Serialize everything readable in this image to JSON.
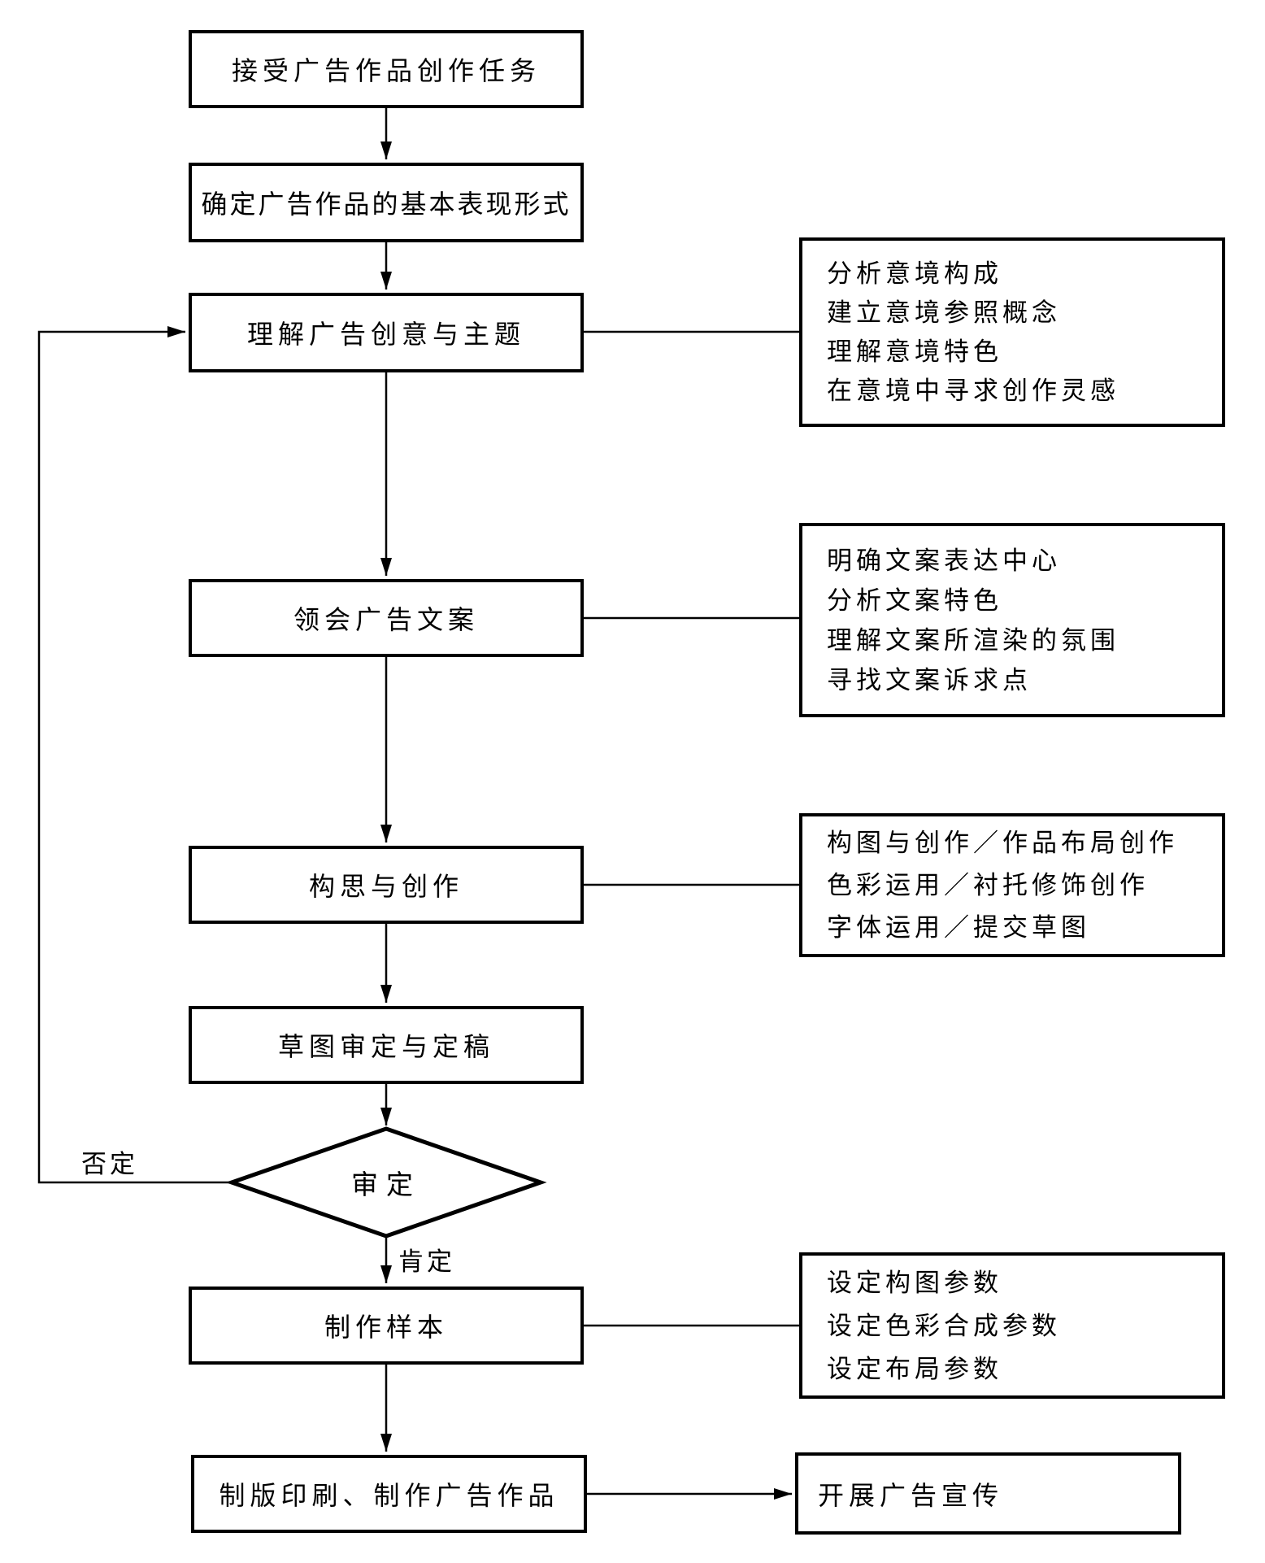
{
  "diagram": {
    "nodes": {
      "accept_task": {
        "label": "接受广告作品创作任务"
      },
      "determine_form": {
        "label": "确定广告作品的基本表现形式"
      },
      "understand_creative": {
        "label": "理解广告创意与主题"
      },
      "comprehend_copy": {
        "label": "领会广告文案"
      },
      "conceive_create": {
        "label": "构思与创作"
      },
      "draft_review": {
        "label": "草图审定与定稿"
      },
      "decision_review": {
        "label": "审定"
      },
      "make_sample": {
        "label": "制作样本"
      },
      "plate_print": {
        "label": "制版印刷、制作广告作品"
      },
      "launch_campaign": {
        "label": "开展广告宣传"
      }
    },
    "side_notes": {
      "creative_notes": {
        "lines": [
          "分析意境构成",
          "建立意境参照概念",
          "理解意境特色",
          "在意境中寻求创作灵感"
        ]
      },
      "copy_notes": {
        "lines": [
          "明确文案表达中心",
          "分析文案特色",
          "理解文案所渲染的氛围",
          "寻找文案诉求点"
        ]
      },
      "creation_notes": {
        "lines": [
          "构图与创作／作品布局创作",
          "色彩运用／衬托修饰创作",
          "字体运用／提交草图"
        ]
      },
      "sample_notes": {
        "lines": [
          "设定构图参数",
          "设定色彩合成参数",
          "设定布局参数"
        ]
      }
    },
    "edge_labels": {
      "no": "否定",
      "yes": "肯定"
    },
    "colors": {
      "line": "#000000",
      "box_background": "#ffffff",
      "page_background": "#ffffff"
    }
  }
}
